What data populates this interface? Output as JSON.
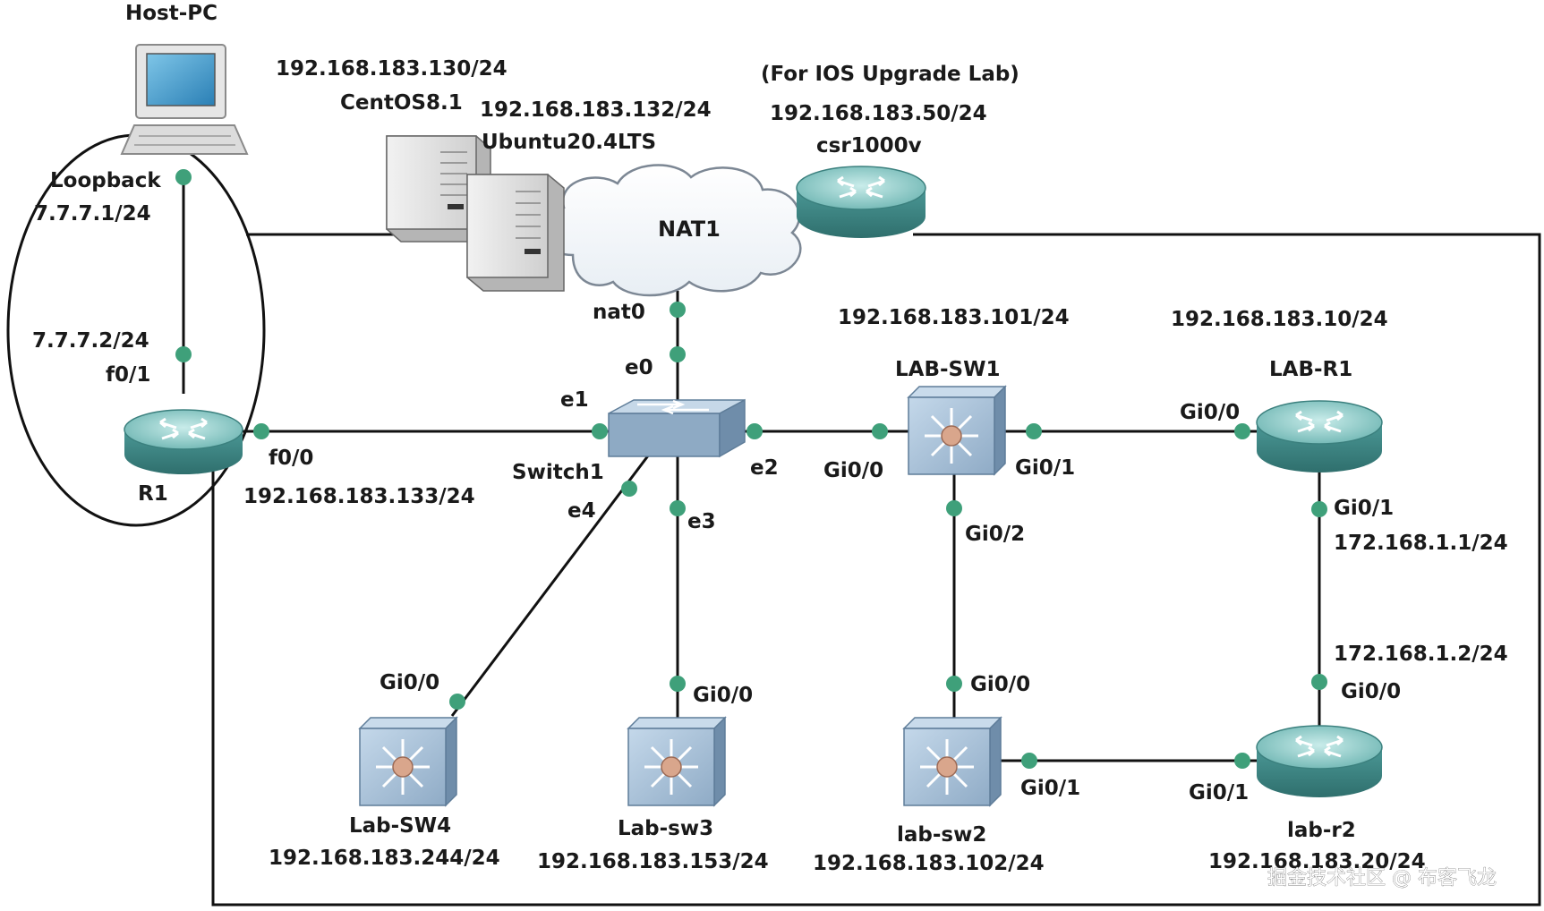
{
  "colors": {
    "port_dot": "#3fa07a",
    "router_body": "#4f9a98",
    "router_top": "#a8d6d4",
    "switch_body": "#8aa7c2",
    "switch_face": "#b7cde0",
    "multilayer_dot": "#d7a58c",
    "line": "#111111"
  },
  "labels": {
    "host_pc": "Host-PC",
    "loopback": "Loopback",
    "loopback_ip": "7.7.7.1/24",
    "r1_f01_ip": "7.7.7.2/24",
    "r1_f01": "f0/1",
    "r1": "R1",
    "r1_f00": "f0/0",
    "r1_f00_ip": "192.168.183.133/24",
    "centos_ip": "192.168.183.130/24",
    "centos": "CentOS8.1",
    "ubuntu_ip": "192.168.183.132/24",
    "ubuntu": "Ubuntu20.4LTS",
    "ios_upgrade": "(For IOS Upgrade Lab)",
    "csr_ip": "192.168.183.50/24",
    "csr": "csr1000v",
    "nat1": "NAT1",
    "nat0": "nat0",
    "e0": "e0",
    "e1": "e1",
    "e2": "e2",
    "e3": "e3",
    "e4": "e4",
    "switch1": "Switch1",
    "labsw1_ip": "192.168.183.101/24",
    "labsw1": "LAB-SW1",
    "labsw1_gi00": "Gi0/0",
    "labsw1_gi01": "Gi0/1",
    "labsw1_gi02": "Gi0/2",
    "labr1_ip": "192.168.183.10/24",
    "labr1": "LAB-R1",
    "labr1_gi00": "Gi0/0",
    "labr1_gi01": "Gi0/1",
    "labr1_gi01_ip": "172.168.1.1/24",
    "labr2_gi00_ip": "172.168.1.2/24",
    "labr2_gi00": "Gi0/0",
    "labr2_gi01": "Gi0/1",
    "labr2": "lab-r2",
    "labr2_ip": "192.168.183.20/24",
    "labsw2_gi00": "Gi0/0",
    "labsw2_gi01": "Gi0/1",
    "labsw2": "lab-sw2",
    "labsw2_ip": "192.168.183.102/24",
    "labsw3_gi00": "Gi0/0",
    "labsw3": "Lab-sw3",
    "labsw3_ip": "192.168.183.153/24",
    "labsw4_gi00": "Gi0/0",
    "labsw4": "Lab-SW4",
    "labsw4_ip": "192.168.183.244/24",
    "watermark": "掘金技术社区 @ 布客飞龙"
  }
}
